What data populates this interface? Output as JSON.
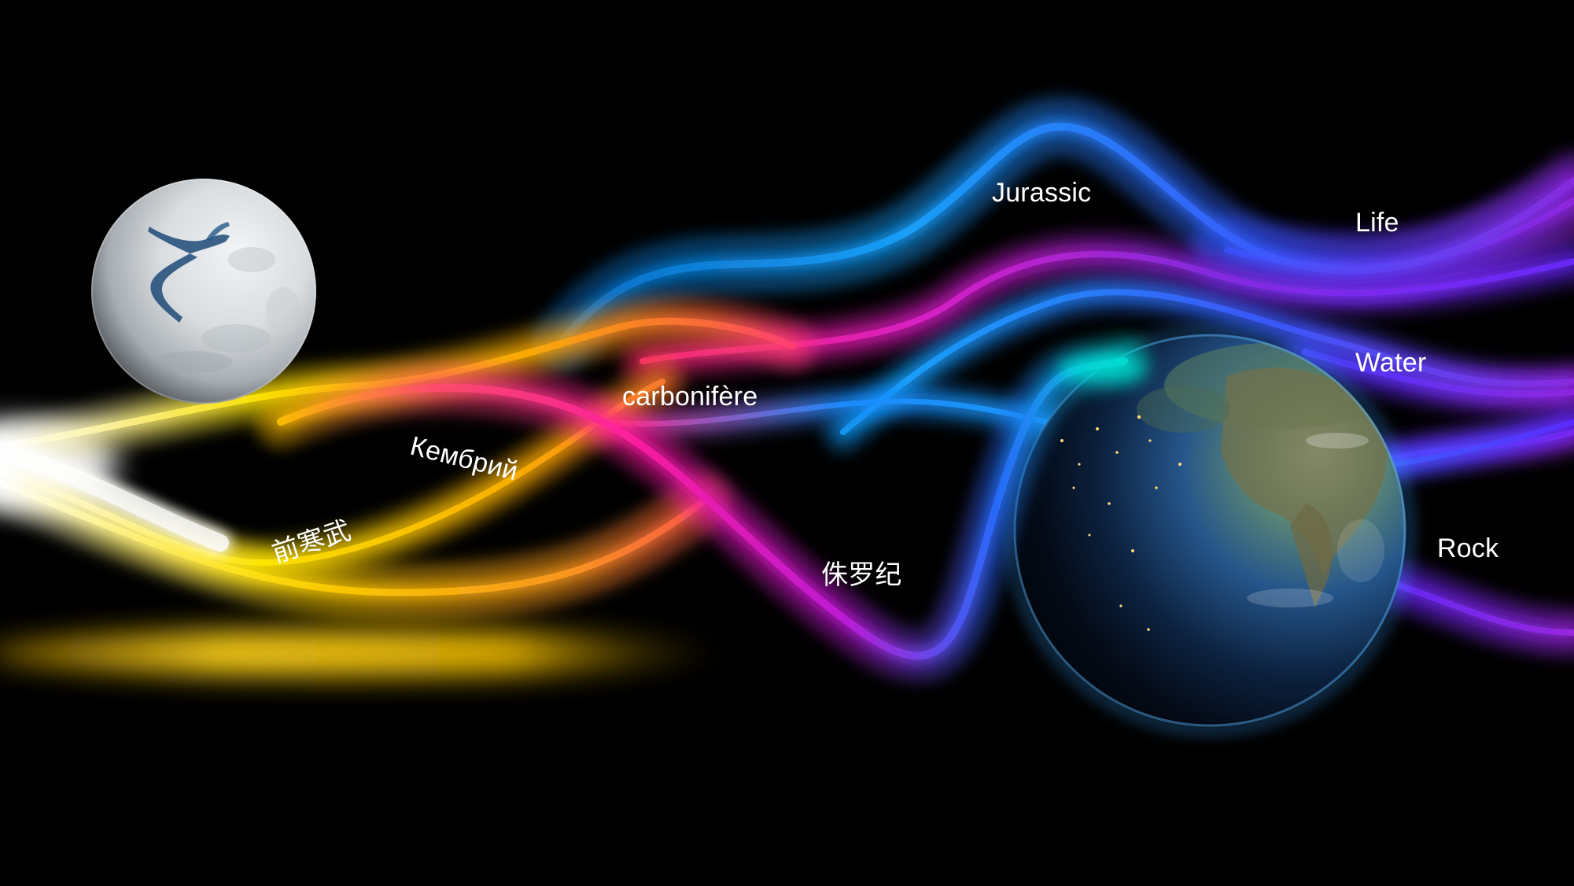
{
  "labels": {
    "jurassic": "Jurassic",
    "life": "Life",
    "water": "Water",
    "carbonifere": "carbonifère",
    "cambrian_ru": "Кембрий",
    "precambrian_zh": "前寒武",
    "jurassic_zh": "侏罗纪",
    "rock": "Rock"
  },
  "colors": {
    "background": "#000000",
    "label_text": "#ffffff"
  }
}
